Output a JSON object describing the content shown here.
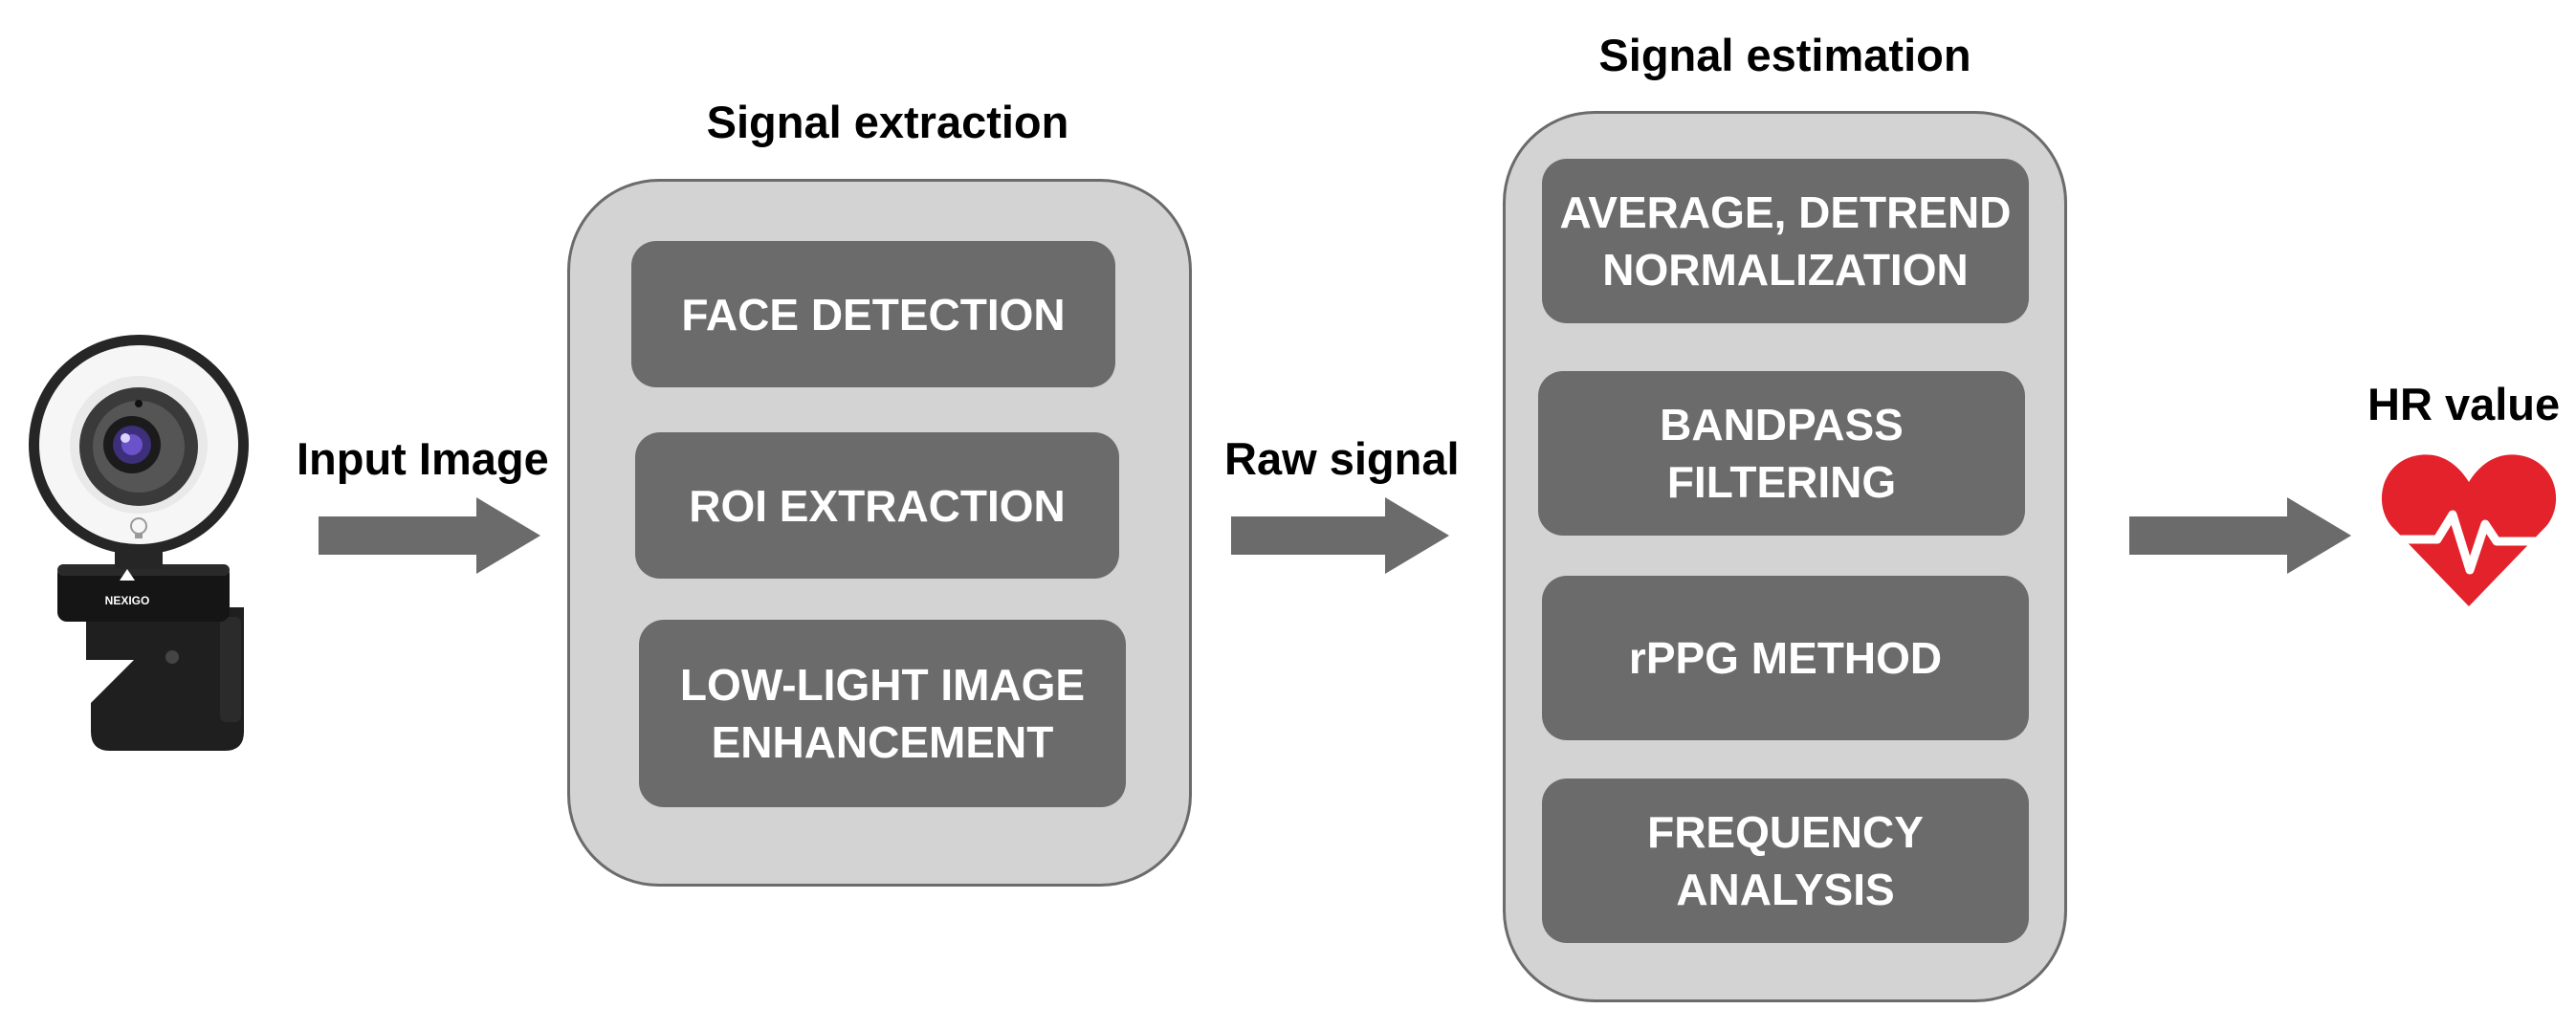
{
  "colors": {
    "panel_fill": "#d3d3d3",
    "panel_border": "#6b6b6b",
    "step_fill": "#6b6b6b",
    "step_text": "#ffffff",
    "arrow": "#6b6b6b",
    "heart": "#e3222b"
  },
  "input": {
    "device_icon": "webcam-icon",
    "device_brand": "NEXIGO",
    "arrow_label": "Input Image"
  },
  "extraction": {
    "title": "Signal extraction",
    "steps": [
      "FACE DETECTION",
      "ROI EXTRACTION",
      "LOW-LIGHT IMAGE\nENHANCEMENT"
    ]
  },
  "middle": {
    "arrow_label": "Raw signal"
  },
  "estimation": {
    "title": "Signal estimation",
    "steps": [
      "AVERAGE, DETREND\nNORMALIZATION",
      "BANDPASS\nFILTERING",
      "rPPG METHOD",
      "FREQUENCY\nANALYSIS"
    ]
  },
  "output": {
    "title": "HR value",
    "icon": "heart-pulse-icon"
  }
}
